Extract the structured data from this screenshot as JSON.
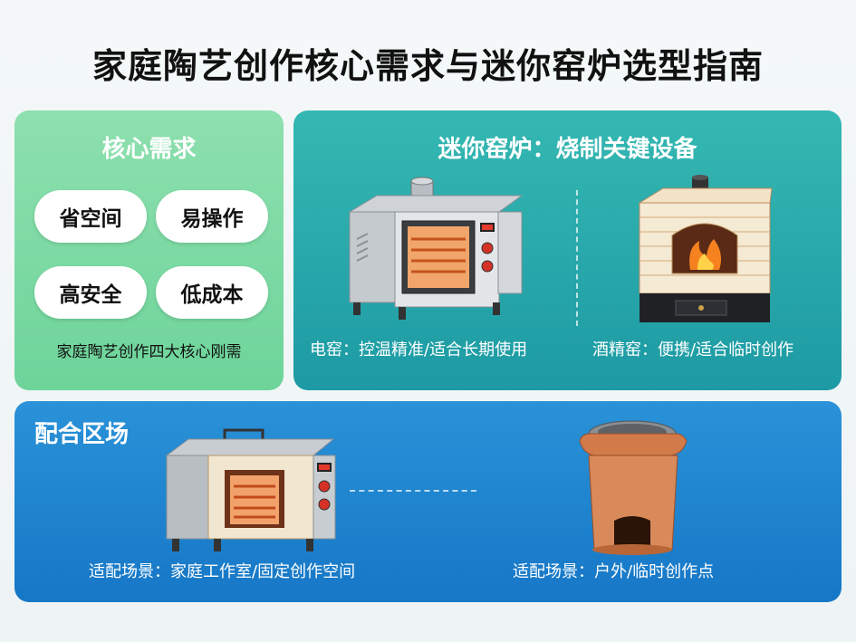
{
  "title": "家庭陶艺创作核心需求与迷你窑炉选型指南",
  "needs": {
    "heading": "核心需求",
    "items": [
      "省空间",
      "易操作",
      "高安全",
      "低成本"
    ],
    "footer": "家庭陶艺创作四大核心刚需"
  },
  "kiln": {
    "heading": "迷你窑炉：烧制关键设备",
    "electric_caption": "电窑：控温精准/适合长期使用",
    "alcohol_caption": "酒精窑：便携/适合临时创作"
  },
  "match": {
    "heading": "配合区场",
    "left_caption": "适配场景：家庭工作室/固定创作空间",
    "right_caption": "适配场景：户外/临时创作点"
  },
  "colors": {
    "needs_card": "#7ad9a2",
    "kiln_card": "#29aaad",
    "match_card": "#1f84cf",
    "flame": "#f5821f"
  },
  "icons": [
    "electric-kiln-illustration",
    "alcohol-kiln-illustration",
    "tabletop-kiln-illustration",
    "clay-stove-illustration"
  ]
}
